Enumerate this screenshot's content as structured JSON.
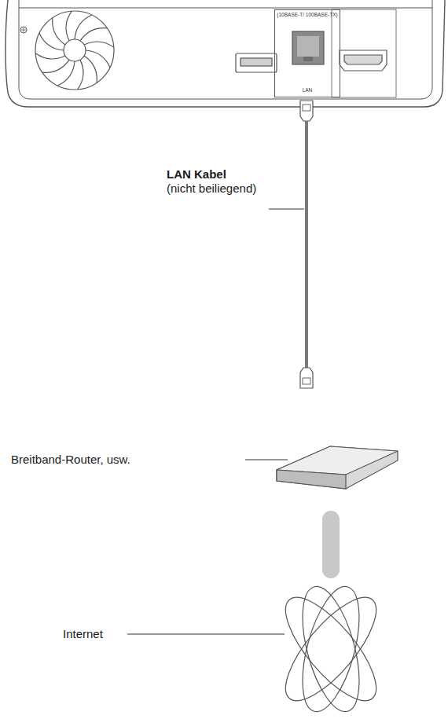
{
  "diagram": {
    "nodes": [
      {
        "text": [
          "(10BASE-T/ 100BASE-TX)",
          "LAN"
        ]
      }
    ],
    "labels": [
      "LAN Kabel",
      "(nicht beiliegend)",
      "Breitband-Router, usw.",
      "Internet"
    ]
  }
}
